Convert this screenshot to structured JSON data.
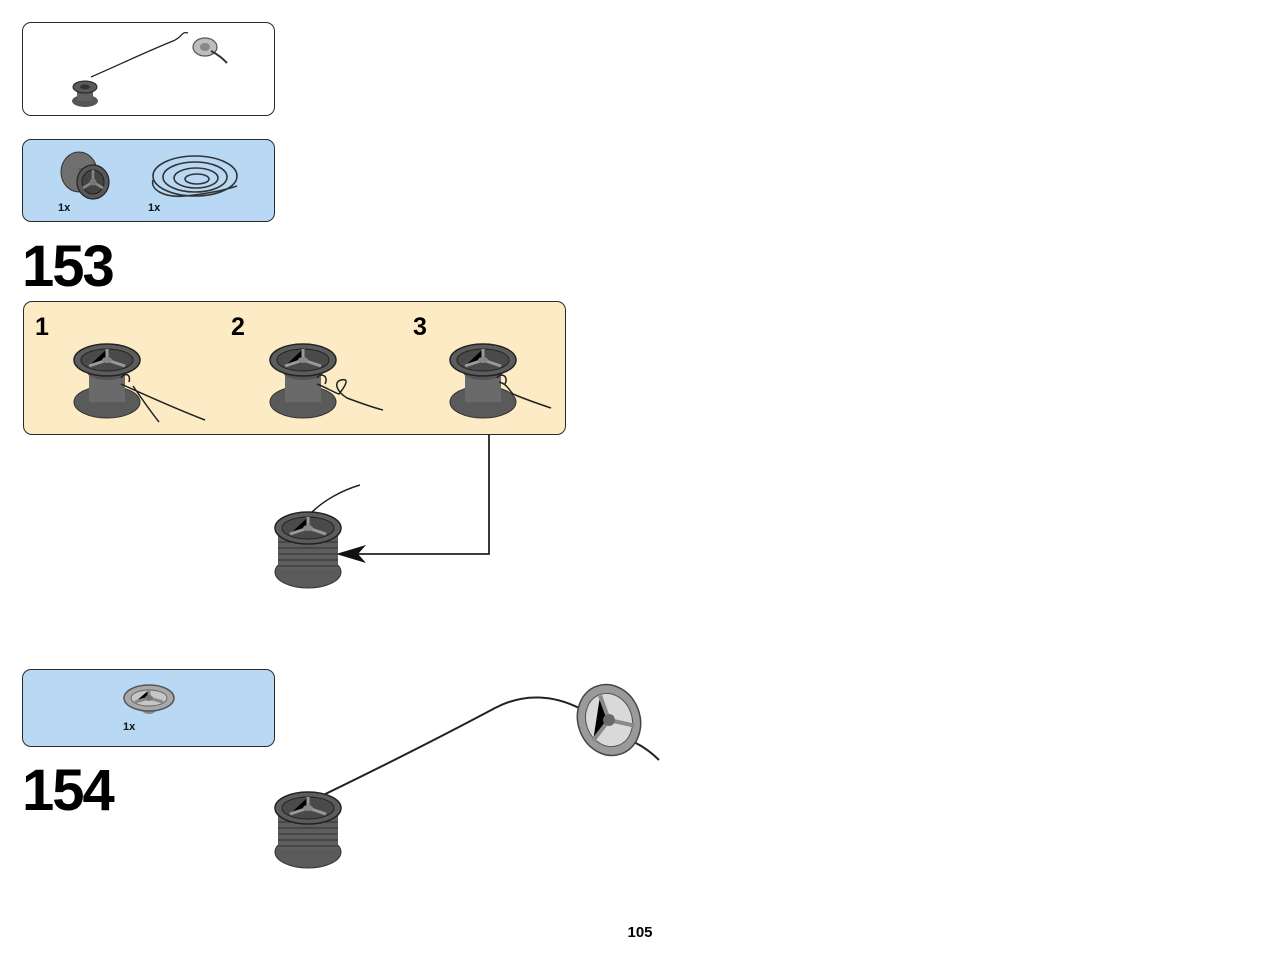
{
  "steps": {
    "step_153": {
      "number": "153",
      "parts": [
        {
          "icon": "spool-icon",
          "qty": "1x"
        },
        {
          "icon": "string-coil-icon",
          "qty": "1x"
        }
      ],
      "sub_steps": [
        "1",
        "2",
        "3"
      ]
    },
    "step_154": {
      "number": "154",
      "parts": [
        {
          "icon": "wheel-pulley-icon",
          "qty": "1x"
        }
      ]
    }
  },
  "page": {
    "number": "105"
  },
  "colors": {
    "parts_box": "#b9d8f4",
    "callout_box": "#fdebc5",
    "spool_dark": "#4d4d4d",
    "spool_light": "#8a8a8a",
    "wheel_gray": "#9a9a9a"
  }
}
